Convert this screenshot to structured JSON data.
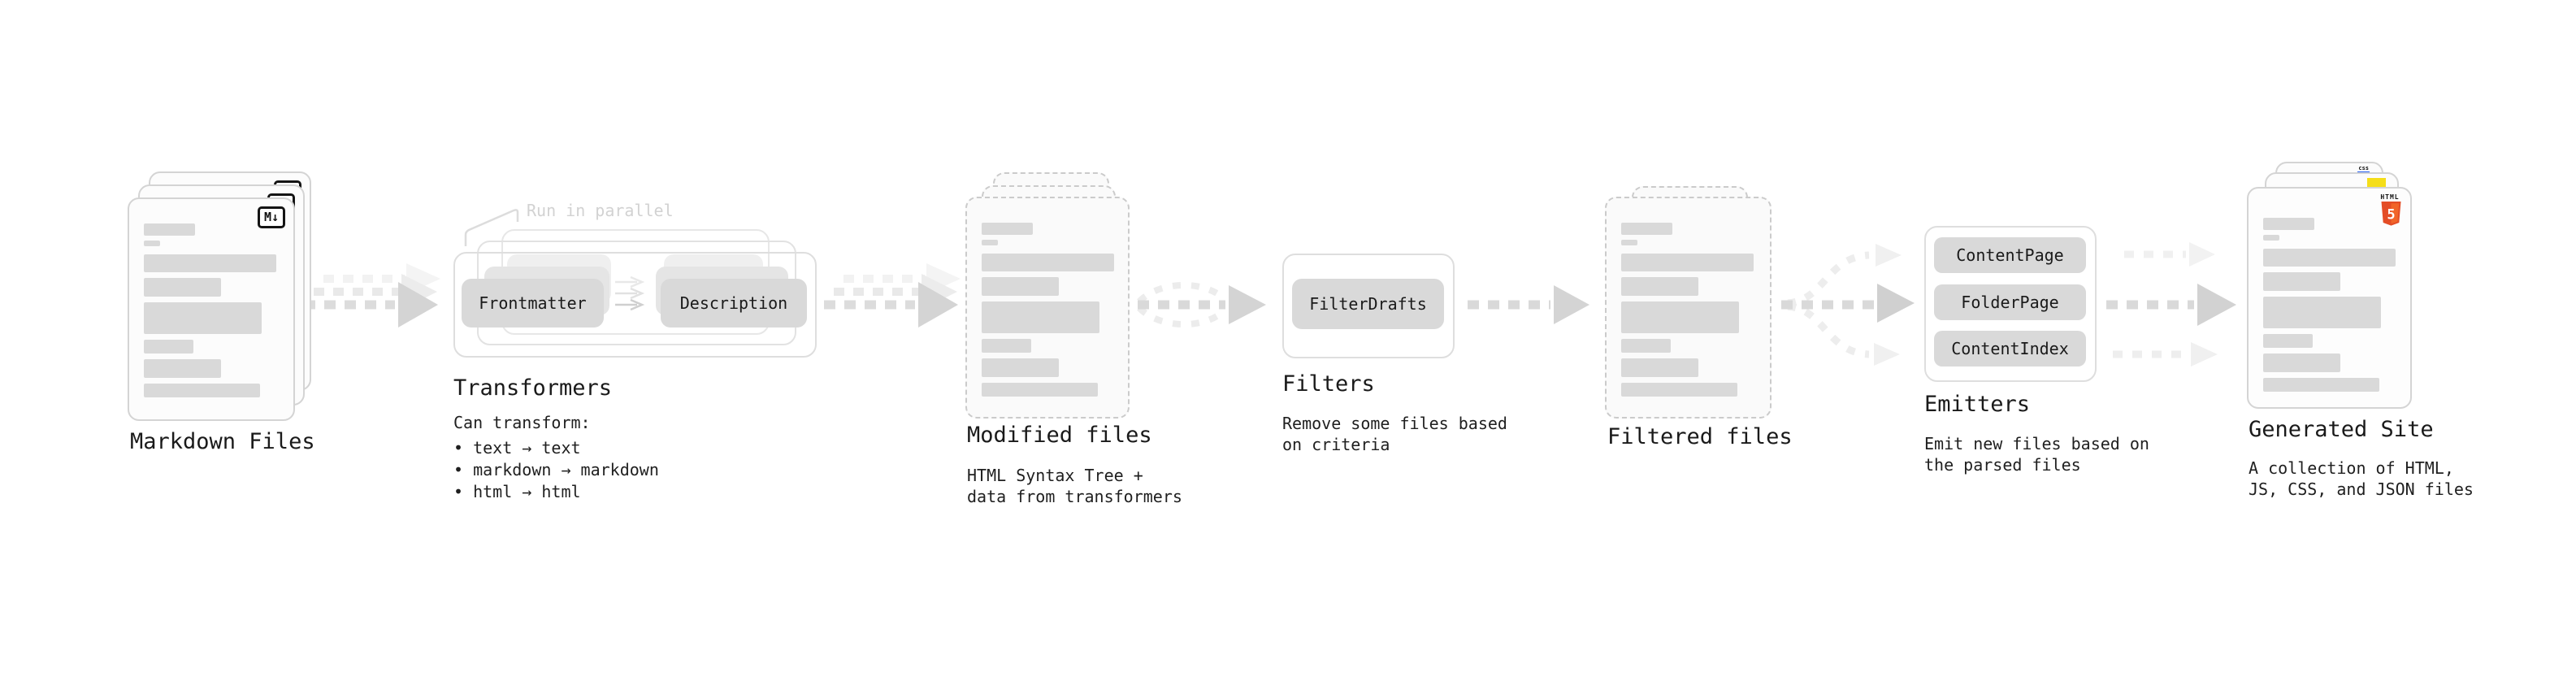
{
  "stages": {
    "markdown": {
      "title": "Markdown Files",
      "badge": "M↓"
    },
    "transformers": {
      "title": "Transformers",
      "callout": "Run in parallel",
      "pill_left": "Frontmatter",
      "pill_right": "Description",
      "intro": "Can transform:",
      "bullets": [
        "• text → text",
        "• markdown → markdown",
        "• html → html"
      ]
    },
    "modified": {
      "title": "Modified files",
      "subtitle1": "HTML Syntax Tree +",
      "subtitle2": "data from transformers"
    },
    "filters": {
      "title": "Filters",
      "pill": "FilterDrafts",
      "subtitle1": "Remove some files based",
      "subtitle2": "on criteria"
    },
    "filtered": {
      "title": "Filtered files"
    },
    "emitters": {
      "title": "Emitters",
      "pills": [
        "ContentPage",
        "FolderPage",
        "ContentIndex"
      ],
      "subtitle1": "Emit new files based on",
      "subtitle2": "the parsed files"
    },
    "generated": {
      "title": "Generated Site",
      "subtitle1": "A collection of HTML,",
      "subtitle2": "JS, CSS, and JSON files",
      "css_badge": "css",
      "html_badge_text": "HTML",
      "html_badge_number": "5"
    }
  },
  "colors": {
    "js_badge_yellow": "#f5de19",
    "css_badge_blue": "#2962f2",
    "html5_orange": "#e44d26",
    "dash_gray": "#d9d9d9",
    "arrowhead_gray": "#d3d3d3",
    "ghost_gray": "#ececec"
  }
}
